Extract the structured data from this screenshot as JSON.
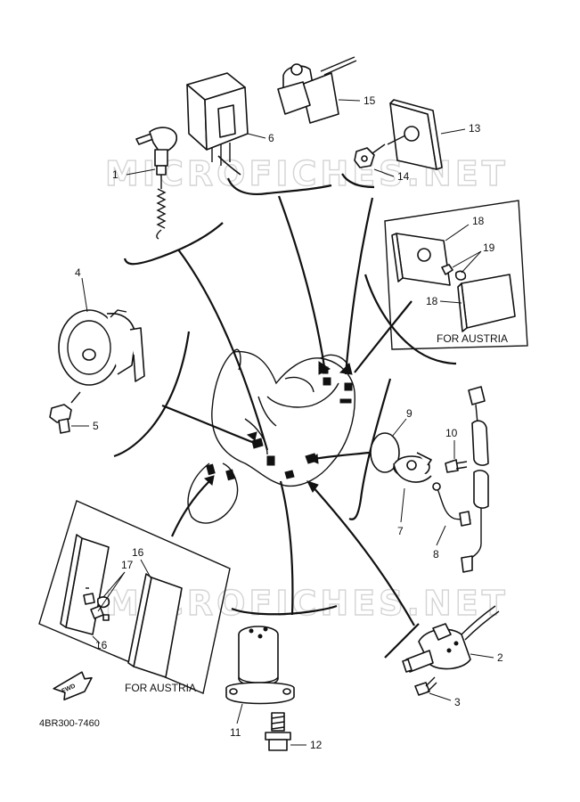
{
  "watermark": {
    "text": "MICROFICHES.NET",
    "color": "#d4d4d4"
  },
  "callouts": {
    "c1": "1",
    "c2": "2",
    "c3": "3",
    "c4": "4",
    "c5": "5",
    "c6": "6",
    "c7": "7",
    "c8": "8",
    "c9": "9",
    "c10": "10",
    "c11": "11",
    "c12": "12",
    "c13": "13",
    "c14": "14",
    "c15": "15",
    "c16a": "16",
    "c16b": "16",
    "c17": "17",
    "c18a": "18",
    "c18b": "18",
    "c19": "19"
  },
  "notes": {
    "for_austria_top": "FOR AUSTRIA",
    "for_austria_bottom": "FOR AUSTRIA"
  },
  "fwd_label": "FWD",
  "diagram_code": "4BR300-7460",
  "icons": [
    "fwd-arrow-icon"
  ],
  "colors": {
    "ink": "#111111",
    "paper": "#ffffff"
  }
}
